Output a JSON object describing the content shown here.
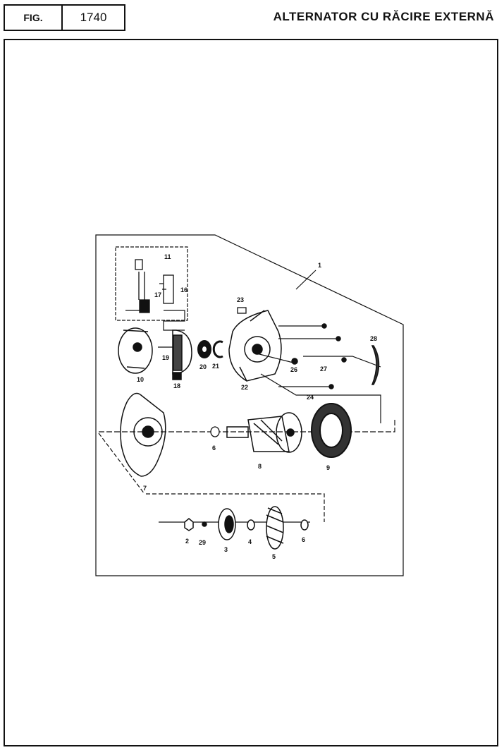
{
  "header": {
    "fig_label": "FIG.",
    "fig_number": "1740",
    "title": "ALTERNATOR CU RĂCIRE EXTERNĂ"
  },
  "part_numbers": [
    "1",
    "2",
    "3",
    "4",
    "5",
    "6",
    "6",
    "7",
    "8",
    "9",
    "10",
    "11",
    "16",
    "17",
    "18",
    "19",
    "20",
    "21",
    "22",
    "23",
    "24",
    "26",
    "27",
    "28",
    "29"
  ]
}
